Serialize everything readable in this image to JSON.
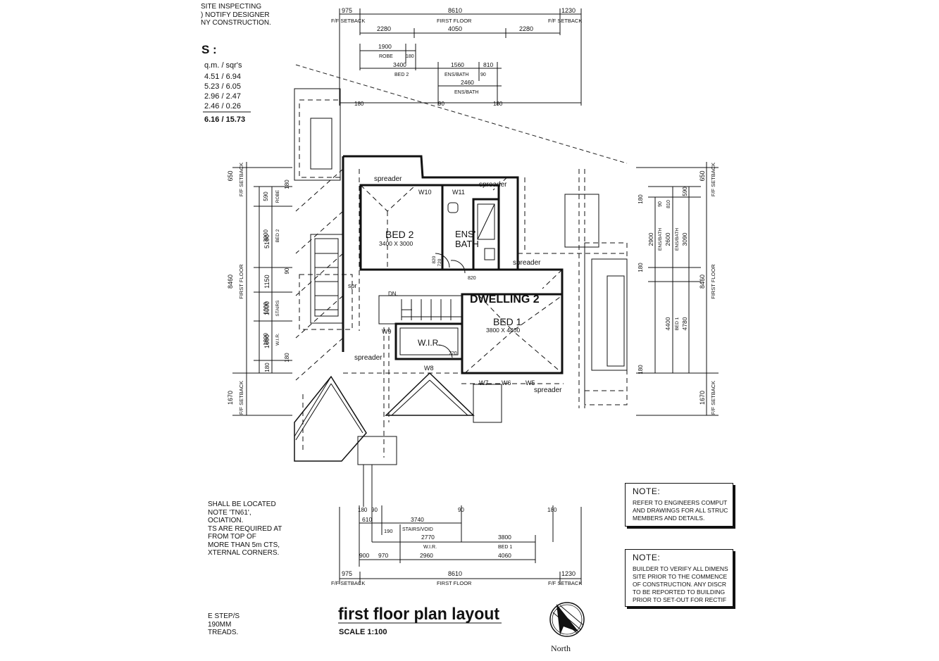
{
  "header_notes": {
    "top_left_text": "ŜITE INSPECTING\n) NOTIFY DESIGNER\nNY CONSTRUCTION."
  },
  "area_table": {
    "heading": "S :",
    "unit_header": "q.m.  /  sqr's",
    "rows": [
      "4.51  /  6.94",
      "5.23  /  6.05",
      "2.96  /  2.47",
      "2.46  /  0.26"
    ],
    "total": "6.16  /  15.73"
  },
  "top_dims": {
    "row1": [
      "975",
      "8610",
      "1230"
    ],
    "row1_labels": [
      "F/F SETBACK",
      "FIRST FLOOR",
      "F/F SETBACK"
    ],
    "row2": [
      "2280",
      "4050",
      "2280"
    ],
    "row3": [
      "1900",
      "ROBE",
      "180"
    ],
    "row4": [
      "3400",
      "BED 2",
      "1560",
      "810",
      "ENS/BATH",
      "90"
    ],
    "row5": [
      "2460",
      "ENS/BATH"
    ],
    "row6": [
      "180",
      "90",
      "180"
    ]
  },
  "bottom_dims": {
    "row1": [
      "180",
      "90",
      "90",
      "180"
    ],
    "row2": [
      "610",
      "3740"
    ],
    "row3": [
      "190",
      "STAIRS/VOID",
      "2770",
      "3800"
    ],
    "row4": [
      "W.I.R.",
      "BED 1"
    ],
    "row5": [
      "900",
      "970",
      "2960",
      "4060"
    ],
    "row6": [
      "975",
      "8610",
      "1230"
    ],
    "row6_labels": [
      "F/F SETBACK",
      "FIRST FLOOR",
      "F/F SETBACK"
    ]
  },
  "left_dims": {
    "outer": [
      "650",
      "8460",
      "1670"
    ],
    "outer_labels": [
      "F/F SETBACK",
      "FIRST FLOOR",
      "F/F SETBACK"
    ],
    "middle": [
      "5190",
      "1150",
      "1000",
      "1690",
      "180"
    ],
    "inner": [
      "590",
      "3000",
      "90",
      "1000",
      "1600",
      "180"
    ],
    "inner_labels": [
      "ROBE",
      "BED 2",
      "STAIRS",
      "W.I.R."
    ],
    "tick_180": "180"
  },
  "right_dims": {
    "outer": [
      "650",
      "8460",
      "1670"
    ],
    "outer_labels": [
      "F/F SETBACK",
      "FIRST FLOOR",
      "F/F SETBACK"
    ],
    "col1": [
      "180",
      "180",
      "180"
    ],
    "col2": [
      "2900",
      "2600",
      "4400",
      "4780"
    ],
    "col2_labels": [
      "ENS/BATH",
      "BED 1"
    ],
    "col3": [
      "590",
      "3090"
    ],
    "col3_labels": [
      "ENS/BATH"
    ],
    "small": [
      "90",
      "810"
    ]
  },
  "rooms": {
    "bed2": "BED  2",
    "bed2_size": "3400 X 3000",
    "ens": "ENS'",
    "bath": "BATH",
    "dwelling": "DWELLING 2",
    "bed1": "BED  1",
    "bed1_size": "3800 X 4400",
    "wir": "W.I.R.",
    "dn": "DN.",
    "spr": "spr"
  },
  "plan_labels": {
    "spreader": "spreader",
    "w10": "W10",
    "w11": "W11",
    "w9": "W9",
    "w8": "W8",
    "w7": "W7",
    "w6": "W6",
    "w5": "W5",
    "d720a": "720",
    "d720b": "720",
    "d820": "820",
    "d820b": "820"
  },
  "left_notes": {
    "text": "SHALL BE LOCATED\nNOTE 'TN61',\nOCIATION.\nTS ARE REQUIRED AT\n FROM TOP OF\n MORE THAN 5m CTS,\nXTERNAL CORNERS."
  },
  "step_note": {
    "text": "E STEP/S\n190MM\nTREADS."
  },
  "title": {
    "main": "first floor plan layout",
    "scale": "SCALE 1:100",
    "north": "North"
  },
  "note1": {
    "heading": "NOTE:",
    "body": "REFER TO ENGINEERS COMPUT\nAND DRAWINGS FOR ALL STRUC\nMEMBERS AND DETAILS."
  },
  "note2": {
    "heading": "NOTE:",
    "body": "BUILDER TO VERIFY ALL DIMENS\nSITE PRIOR TO THE COMMENCE\nOF CONSTRUCTION. ANY DISCR\nTO BE REPORTED TO BUILDING\nPRIOR TO SET-OUT FOR RECTIF"
  }
}
